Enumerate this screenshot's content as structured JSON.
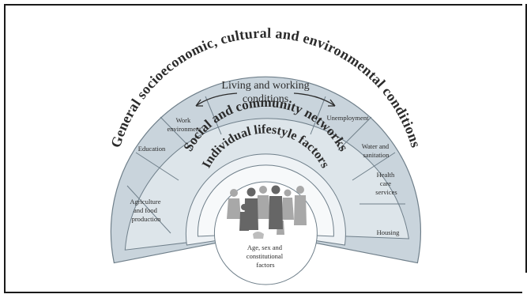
{
  "outer_ring": {
    "label": "General socioeconomic, cultural and environmental conditions"
  },
  "middle_ring": {
    "header": {
      "line1": "Living and working",
      "line2": "conditions"
    },
    "segments": [
      {
        "lines": [
          "Agriculture",
          "and food",
          "production"
        ]
      },
      {
        "lines": [
          "Education"
        ]
      },
      {
        "lines": [
          "Work",
          "environment"
        ]
      },
      {
        "lines": [
          "Unemployment"
        ]
      },
      {
        "lines": [
          "Water and",
          "sanitation"
        ]
      },
      {
        "lines": [
          "Health",
          "care",
          "services"
        ]
      },
      {
        "lines": [
          "Housing"
        ]
      }
    ]
  },
  "social_ring": {
    "label": "Social and community networks"
  },
  "lifestyle_ring": {
    "label": "Individual lifestyle factors"
  },
  "core": {
    "lines": [
      "Age, sex and",
      "constitutional",
      "factors"
    ]
  },
  "colors": {
    "outer": "#c9d4dc",
    "middle": "#dde5ea",
    "social": "#eef2f5",
    "lifestyle": "#f7f9fa",
    "core": "#ffffff",
    "line": "#6f7f8a",
    "text": "#2b2b2b",
    "people_dark": "#666666",
    "people_light": "#a8a8a8"
  }
}
